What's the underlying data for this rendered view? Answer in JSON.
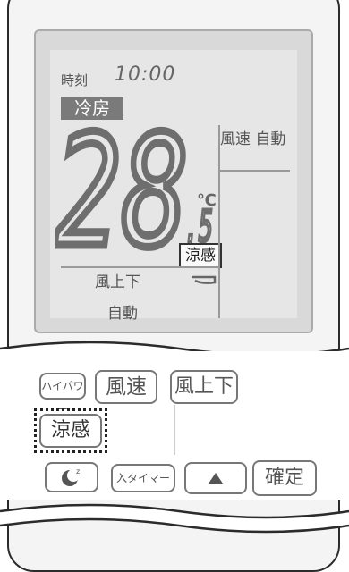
{
  "lcd": {
    "clock_label": "時刻",
    "clock_value": "10:00",
    "mode": "冷房",
    "temperature_main": "28",
    "temperature_decimal": ".5",
    "temperature_unit": "℃",
    "fan_speed": "風速 自動",
    "cool_indicator": "涼感",
    "louver_label": "風上下",
    "louver_value": "自動"
  },
  "buttons": {
    "hi_power": "ハイパワー",
    "fan_speed": "風速",
    "louver": "風上下",
    "cool": "涼感",
    "off_timer": "入タイマー",
    "confirm": "確定"
  },
  "icons": {
    "sleep": "sleep-moon-icon",
    "up": "triangle-up-icon"
  },
  "colors": {
    "highlight_border": "#222222",
    "lcd_bg": "#e6e6e6",
    "segment": "#6e6e6e"
  }
}
